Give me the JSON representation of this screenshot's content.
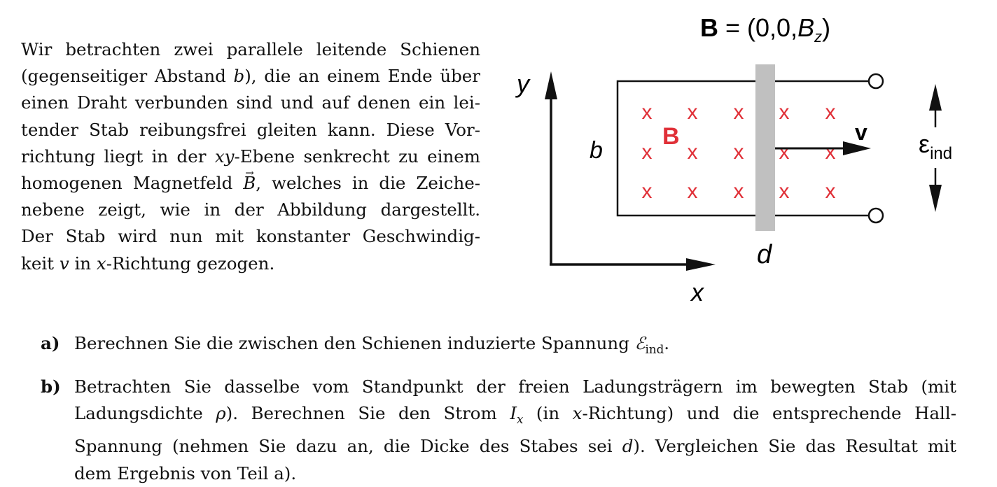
{
  "intro": {
    "lines": [
      [
        "Wir betrachten zwei parallele leitende Schienen"
      ],
      [
        "(gegenseitiger Abstand ",
        {
          "m": "b"
        },
        "), die an einem Ende über"
      ],
      [
        "einen Draht verbunden sind und auf denen ein lei-"
      ],
      [
        "tender Stab reibungsfrei gleiten kann. Diese Vor-"
      ],
      [
        "richtung liegt in der ",
        {
          "m": "xy"
        },
        "-Ebene senkrecht zu einem"
      ],
      [
        "homogenen Magnetfeld ",
        {
          "vec": "B"
        },
        ", welches in die Zeiche-"
      ],
      [
        "nebene zeigt, wie in der Abbildung dargestellt."
      ],
      [
        "Der Stab wird nun mit konstanter Geschwindig-"
      ],
      [
        "keit ",
        {
          "m": "v"
        },
        " in ",
        {
          "m": "x"
        },
        "-Richtung gezogen."
      ]
    ]
  },
  "tasks": [
    {
      "label": "a)",
      "lines": [
        [
          "Berechnen Sie die zwischen den Schienen induzierte Spannung ",
          {
            "m": "ℰ",
            "sub": "ind"
          },
          "."
        ]
      ]
    },
    {
      "label": "b)",
      "lines": [
        [
          "Betrachten Sie dasselbe vom Standpunkt der freien Ladungsträgern im bewegten Stab (mit"
        ],
        [
          "Ladungsdichte ",
          {
            "m": "ρ"
          },
          "). Berechnen Sie den Strom ",
          {
            "m": "I",
            "msub": "x"
          },
          " (in ",
          {
            "m": "x"
          },
          "-Richtung) und die entsprechende Hall-"
        ],
        [
          "Spannung (nehmen Sie dazu an, die Dicke des Stabes sei ",
          {
            "m": "d"
          },
          "). Vergleichen Sie das Resultat mit"
        ],
        [
          "dem Ergebnis von Teil a)."
        ]
      ]
    }
  ],
  "figure": {
    "field_eq_prefix": "B",
    "field_eq_middle": " = (0,0,",
    "field_eq_var": "B",
    "field_eq_sub": "z",
    "field_eq_suffix": ")",
    "axis_y": "y",
    "axis_x": "x",
    "label_b": "b",
    "label_B": "B",
    "label_v": "v",
    "label_d": "d",
    "label_emf": "ε",
    "label_emf_sub": "ind",
    "cross_symbol": "x",
    "cross_color": "#e03038",
    "rod_color": "#c0c0c0"
  }
}
